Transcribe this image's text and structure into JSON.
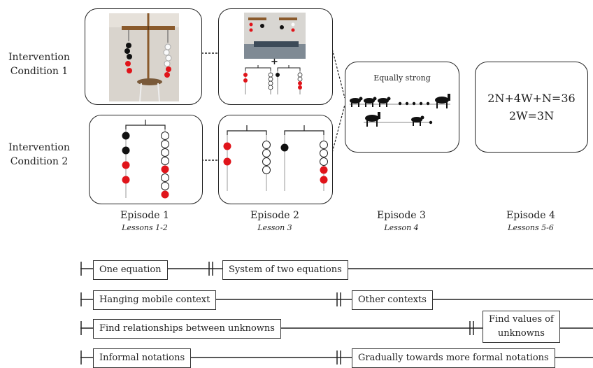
{
  "rows": [
    {
      "label_line1": "Intervention",
      "label_line2": "Condition 1"
    },
    {
      "label_line1": "Intervention",
      "label_line2": "Condition 2"
    }
  ],
  "episodes": [
    {
      "title": "Episode 1",
      "lessons": "Lessons 1-2"
    },
    {
      "title": "Episode 2",
      "lessons": "Lesson 3"
    },
    {
      "title": "Episode 3",
      "lessons": "Lesson 4"
    },
    {
      "title": "Episode 4",
      "lessons": "Lessons 5-6"
    }
  ],
  "episode3": {
    "caption": "Equally strong"
  },
  "episode4": {
    "equation1": "2N+4W+N=36",
    "equation2": "2W=3N"
  },
  "episode2_plus": "+",
  "timelines": [
    {
      "first": "One equation",
      "second": "System of two equations"
    },
    {
      "first": "Hanging mobile context",
      "second": "Other contexts"
    },
    {
      "first": "Find relationships between unknowns",
      "second_line1": "Find values of",
      "second_line2": "unknowns"
    },
    {
      "first": "Informal notations",
      "second": "Gradually towards more formal notations"
    }
  ],
  "colors": {
    "bead_red": "#e0141a",
    "bead_black": "#111111",
    "bead_white": "#ffffff",
    "line": "#222222"
  }
}
